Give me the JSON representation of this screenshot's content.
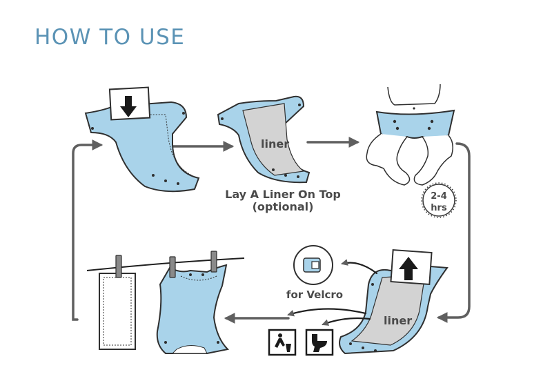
{
  "page": {
    "title": "HOW TO USE"
  },
  "steps": {
    "liner_label_1": "liner",
    "caption_line_1": "Lay A Liner On Top",
    "caption_line_2": "(optional)",
    "timer_value": "2-4",
    "timer_unit": "hrs",
    "velcro_label": "for Velcro",
    "liner_label_2": "liner"
  },
  "colors": {
    "title": "#5b93b5",
    "diaper_blue": "#a9d3ea",
    "liner_gray": "#d3d3d3",
    "outline": "#2f2f2f",
    "arrow": "#5f5f5f"
  },
  "icons": [
    "insert-arrow-icon",
    "pull-arrow-icon",
    "clock-icon",
    "velcro-tab-icon",
    "trash-icon",
    "toilet-icon",
    "clothespin-icon"
  ]
}
